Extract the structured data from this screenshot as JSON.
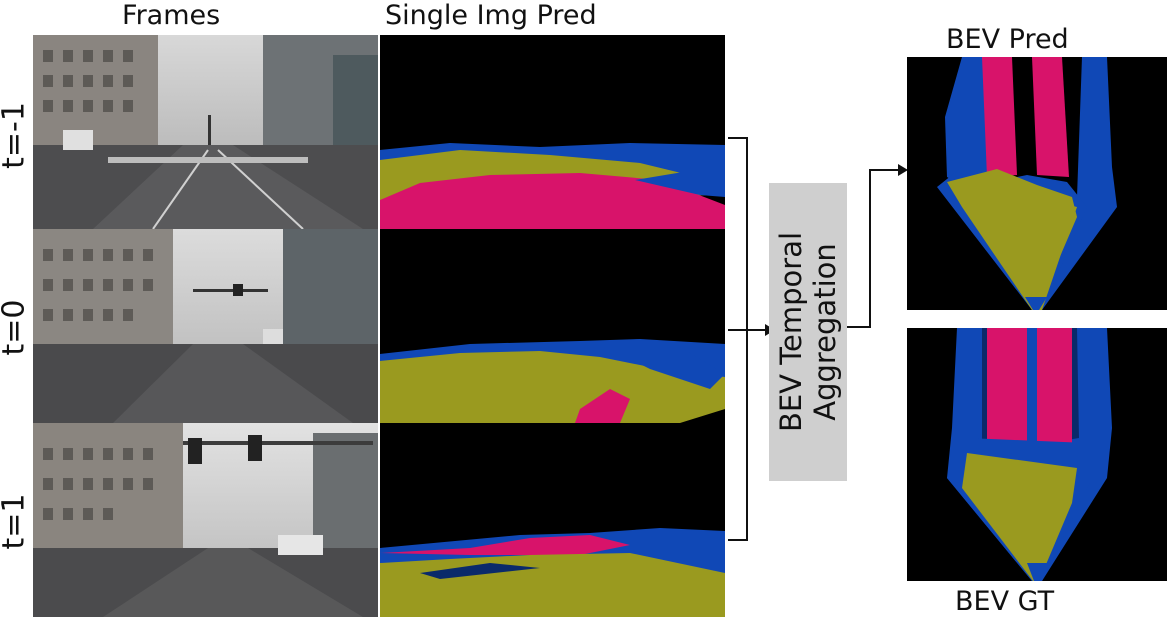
{
  "headers": {
    "frames": "Frames",
    "single_pred": "Single Img Pred",
    "bev_pred": "BEV Pred",
    "bev_gt": "BEV GT"
  },
  "time_labels": [
    "t=-1",
    "t=0",
    "t=1"
  ],
  "aggregation": {
    "line1": "BEV Temporal",
    "line2": "Aggregation"
  },
  "colors": {
    "road": "#9a9a1f",
    "lane": "#d8136a",
    "sidewalk": "#1048b6",
    "boundary": "#0a2a6a",
    "background": "#000000",
    "agg_box": "#cfcfcf"
  }
}
